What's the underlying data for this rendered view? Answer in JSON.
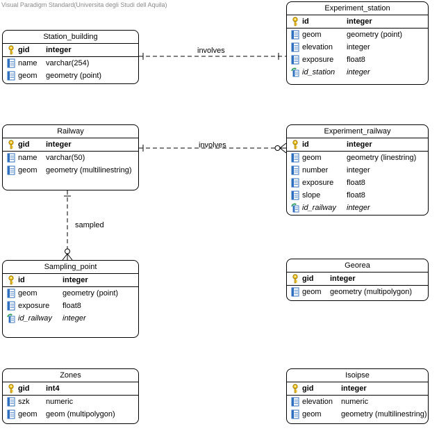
{
  "watermark": "Visual Paradigm Standard(Universita degli Studi dell Aquila)",
  "entities": {
    "station_building": {
      "name": "Station_building",
      "columns": [
        {
          "name": "gid",
          "type": "integer"
        },
        {
          "name": "name",
          "type": "varchar(254)"
        },
        {
          "name": "geom",
          "type": "geometry (point)"
        }
      ]
    },
    "experiment_station": {
      "name": "Experiment_station",
      "columns": [
        {
          "name": "id",
          "type": "integer"
        },
        {
          "name": "geom",
          "type": "geometry (point)"
        },
        {
          "name": "elevation",
          "type": "integer"
        },
        {
          "name": "exposure",
          "type": "float8"
        },
        {
          "name": "id_station",
          "type": "integer"
        }
      ]
    },
    "railway": {
      "name": "Railway",
      "columns": [
        {
          "name": "gid",
          "type": "integer"
        },
        {
          "name": "name",
          "type": "varchar(50)"
        },
        {
          "name": "geom",
          "type": "geometry (multilinestring)"
        }
      ]
    },
    "experiment_railway": {
      "name": "Experiment_railway",
      "columns": [
        {
          "name": "id",
          "type": "integer"
        },
        {
          "name": "geom",
          "type": "geometry (linestring)"
        },
        {
          "name": "number",
          "type": "integer"
        },
        {
          "name": "exposure",
          "type": "float8"
        },
        {
          "name": "slope",
          "type": "float8"
        },
        {
          "name": "id_railway",
          "type": "integer"
        }
      ]
    },
    "sampling_point": {
      "name": "Sampling_point",
      "columns": [
        {
          "name": "id",
          "type": "integer"
        },
        {
          "name": "geom",
          "type": "geometry (point)"
        },
        {
          "name": "exposure",
          "type": "float8"
        },
        {
          "name": "id_railway",
          "type": "integer"
        }
      ]
    },
    "georea": {
      "name": "Georea",
      "columns": [
        {
          "name": "gid",
          "type": "integer"
        },
        {
          "name": "geom",
          "type": "geometry (multipolygon)"
        }
      ]
    },
    "zones": {
      "name": "Zones",
      "columns": [
        {
          "name": "gid",
          "type": "int4"
        },
        {
          "name": "szk",
          "type": "numeric"
        },
        {
          "name": "geom",
          "type": "geom (multipolygon)"
        }
      ]
    },
    "isoipse": {
      "name": "Isoipse",
      "columns": [
        {
          "name": "gid",
          "type": "integer"
        },
        {
          "name": "elevation",
          "type": "numeric"
        },
        {
          "name": "geom",
          "type": "geometry (multilinestring)"
        }
      ]
    }
  },
  "relationships": {
    "station_involves": "involves",
    "railway_involves": "involves",
    "railway_sampled": "sampled"
  },
  "icons": {
    "primary_key": "key-icon",
    "column": "column-icon",
    "foreign_key": "foreign-key-icon"
  },
  "colors": {
    "key": "#f2c21b",
    "column": "#2f6fbf",
    "foreign_key": "#2e9e5b"
  }
}
